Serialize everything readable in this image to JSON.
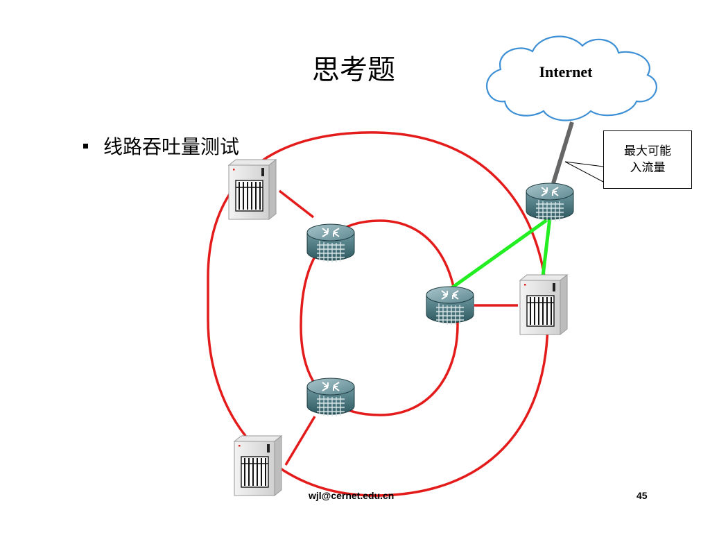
{
  "slide": {
    "title": "思考题",
    "bullets": [
      {
        "text": "线路吞吐量测试"
      }
    ],
    "footer_email": "wjl@cernet.edu.cn",
    "page_number": "45"
  },
  "diagram": {
    "cloud_label": "Internet",
    "callout": {
      "line1": "最大可能",
      "line2": "入流量"
    },
    "colors": {
      "ring_links": "#e41b1b",
      "highlight_links": "#22ee22",
      "uplink": "#666666",
      "cloud_stroke": "#3d8fd6"
    }
  }
}
